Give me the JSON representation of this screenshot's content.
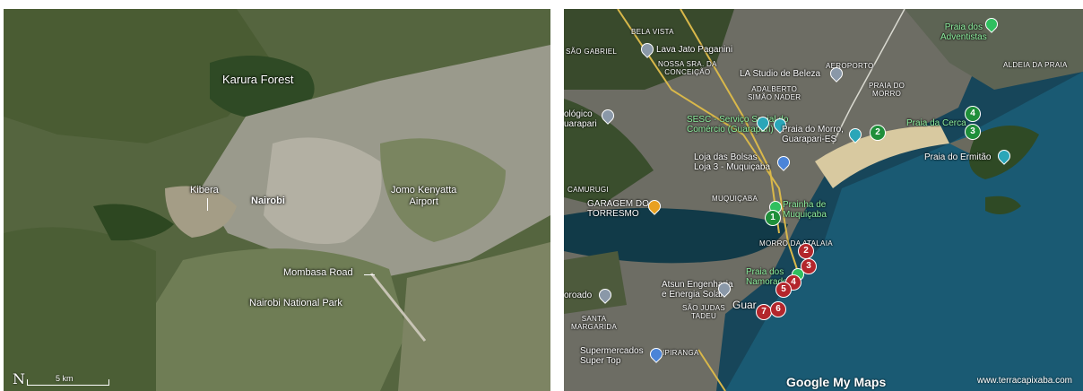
{
  "left_map": {
    "labels": {
      "karura": "Karura Forest",
      "kibera": "Kibera",
      "nairobi": "Nairobi",
      "airport": "Jomo Kenyatta\nAirport",
      "mombasa": "Mombasa Road",
      "park": "Nairobi National Park"
    },
    "scale_label": "5 km",
    "north_symbol": "N"
  },
  "right_map": {
    "places": {
      "bela_vista": "BELA VISTA",
      "sao_gabriel": "SÃO GABRIEL",
      "lava_jato": "Lava Jato Paganini",
      "nossa_sra": "NOSSA SRA. DA\nCONCEIÇÃO",
      "aeroporto": "AEROPORTO",
      "adalberto": "ADALBERTO\nSIMÃO NADER",
      "la_studio": "LA Studio de Beleza",
      "praia_adventistas": "Praia dos\nAdventistas",
      "aldeia": "ALDEIA DA PRAIA",
      "praia_morro_district": "PRAIA DO\nMORRO",
      "logico": "ológico\nuarapari",
      "sesc": "SESC - Serviço Social do\nComércio (Guarapari)",
      "praia_morro": "Praia do Morro,\nGuarapari-ES",
      "praia_cerca": "Praia da Cerca",
      "loja_bolsas": "Loja das Bolsas\nLoja 3 - Muquiçaba",
      "praia_ermitao": "Praia do Ermitão",
      "camurugi": "CAMURUGI",
      "garagem": "GARAGEM DO\nTORRESMO",
      "muquicaba": "MUQUIÇABA",
      "prainha": "Prainha de\nMuquiçaba",
      "morro_atalaia": "MORRO DA ATALAIA",
      "praia_namorados": "Praia dos\nNamorados",
      "atsun": "Atsun Engenharia\ne Energia Solar",
      "oroado": "oroado",
      "santa_margarida": "SANTA\nMARGARIDA",
      "sao_judas": "SÃO JUDAS\nTADEU",
      "guarapari": "Guar",
      "supermercados": "Supermercados\nSuper Top",
      "ipiranga": "IPIRANGA"
    },
    "markers": {
      "m1": "1",
      "m2": "2",
      "m3": "3",
      "m4": "4",
      "r2": "2",
      "r3": "3",
      "r4": "4",
      "r5": "5",
      "r6": "6",
      "r7": "7"
    },
    "watermark": "Google My Maps",
    "credit": "www.terracapixaba.com"
  }
}
